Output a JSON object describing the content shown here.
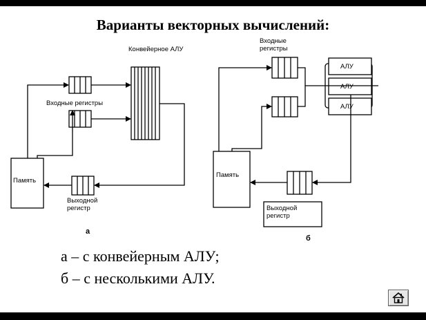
{
  "title": "Варианты векторных вычислений:",
  "diagram_a": {
    "alu_label": "Конвейерное АЛУ",
    "input_registers_label": "Входные регистры",
    "memory_label": "Память",
    "output_register_label": "Выходной регистр",
    "sublabel": "а"
  },
  "diagram_b": {
    "input_registers_label": "Входные регистры",
    "alu_labels": [
      "АЛУ",
      "АЛУ",
      "АЛУ"
    ],
    "memory_label": "Память",
    "output_register_label": "Выходной регистр",
    "sublabel": "б"
  },
  "captions": [
    "а – с конвейерным АЛУ;",
    "б – с несколькими АЛУ."
  ],
  "nav": {
    "home_icon": "home-icon"
  }
}
